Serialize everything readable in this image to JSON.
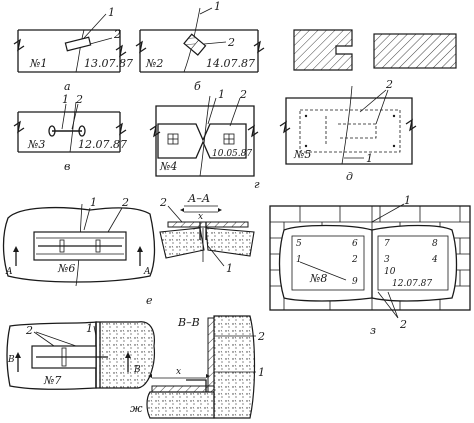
{
  "panels": {
    "a": {
      "caption": "а",
      "number": "№1",
      "date": "13.07.87",
      "callouts": [
        "1",
        "2"
      ]
    },
    "b": {
      "caption": "б",
      "number": "№2",
      "date": "14.07.87",
      "callouts": [
        "1",
        "2"
      ]
    },
    "v": {
      "caption": "в",
      "number": "№3",
      "date": "12.07.87",
      "callouts": [
        "1",
        "2"
      ]
    },
    "g": {
      "caption": "г",
      "number": "№4",
      "date": "10.05.87",
      "callouts": [
        "1",
        "2"
      ]
    },
    "d": {
      "caption": "д",
      "number": "№5",
      "callouts": [
        "1",
        "2"
      ]
    },
    "e": {
      "caption": "е",
      "number": "№6",
      "section": "A",
      "section_title": "А–А",
      "section_mark": "x",
      "callouts": [
        "1",
        "2"
      ]
    },
    "z": {
      "caption": "з",
      "number": "№8",
      "date": "12.07.87",
      "cells": [
        "5",
        "6",
        "7",
        "8",
        "1",
        "2",
        "3",
        "4",
        "10",
        "9"
      ],
      "callouts": [
        "1",
        "2"
      ]
    },
    "zh": {
      "caption": "ж",
      "number": "№7",
      "section": "B",
      "section_title": "В–В",
      "section_mark": "x",
      "callouts": [
        "1",
        "2"
      ]
    }
  },
  "colors": {
    "ink": "#1a1a1a",
    "paper": "#ffffff",
    "hatch": "#444444"
  }
}
